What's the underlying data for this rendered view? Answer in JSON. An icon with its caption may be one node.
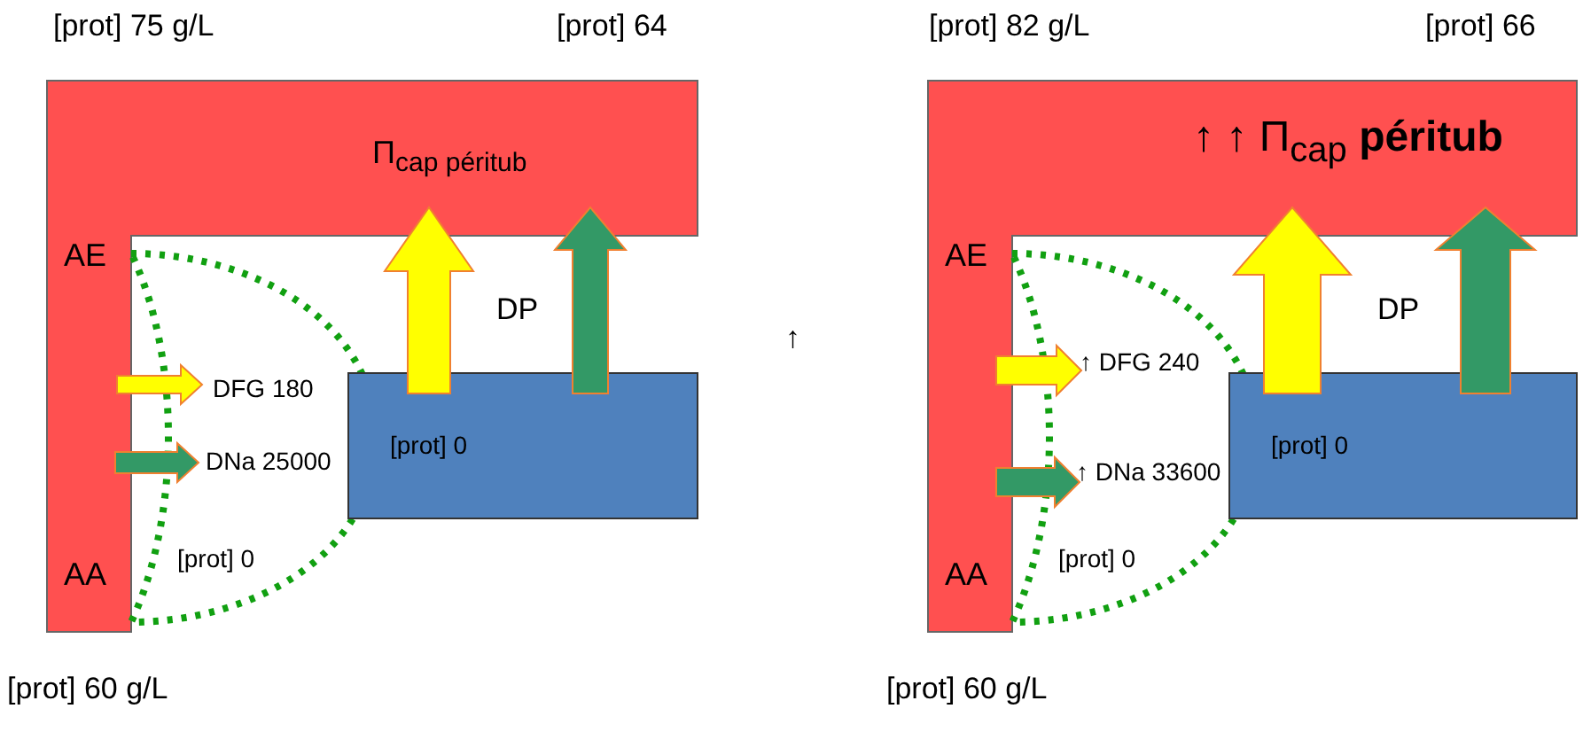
{
  "diagram": {
    "nodes": [
      {
        "text": [
          "Π$_{cap péritub}$",
          "AE",
          "AA"
        ]
      },
      {
        "text": [
          "DFG 180",
          "DNa 25000",
          "[prot] 0"
        ]
      },
      {
        "text": [
          "[prot] 0"
        ]
      },
      {
        "text": [
          "↑ ↑ Π$_{cap}$ **péritub**",
          "AE",
          "AA"
        ]
      },
      {
        "text": [
          "↑ DFG 240",
          "↑ DNa 33600",
          "[prot] 0"
        ]
      },
      {
        "text": [
          "[prot] 0"
        ]
      }
    ],
    "edges": [
      {
        "from": 0,
        "to": 1,
        "arrow": "to",
        "style": "thick",
        "color": "#ffff00"
      },
      {
        "from": 0,
        "to": 1,
        "arrow": "to",
        "style": "thick",
        "color": "#339966"
      },
      {
        "from": 2,
        "to": 0,
        "arrow": "to",
        "style": "thick",
        "color": "#ffff00"
      },
      {
        "from": 2,
        "to": 0,
        "arrow": "to",
        "style": "thick",
        "color": "#339966"
      },
      {
        "from": 3,
        "to": 4,
        "arrow": "to",
        "style": "thick",
        "color": "#ffff00"
      },
      {
        "from": 3,
        "to": 4,
        "arrow": "to",
        "style": "thick",
        "color": "#339966"
      },
      {
        "from": 5,
        "to": 3,
        "arrow": "to",
        "style": "thick",
        "color": "#ffff00"
      },
      {
        "from": 5,
        "to": 3,
        "arrow": "to",
        "style": "thick",
        "color": "#339966"
      }
    ],
    "labels": [
      "[prot] 75 g/L",
      "[prot] 64",
      "[prot] 82 g/L",
      "[prot] 66",
      "DP",
      "↑",
      "DP",
      "[prot] 60 g/L",
      "[prot] 60 g/L"
    ]
  }
}
